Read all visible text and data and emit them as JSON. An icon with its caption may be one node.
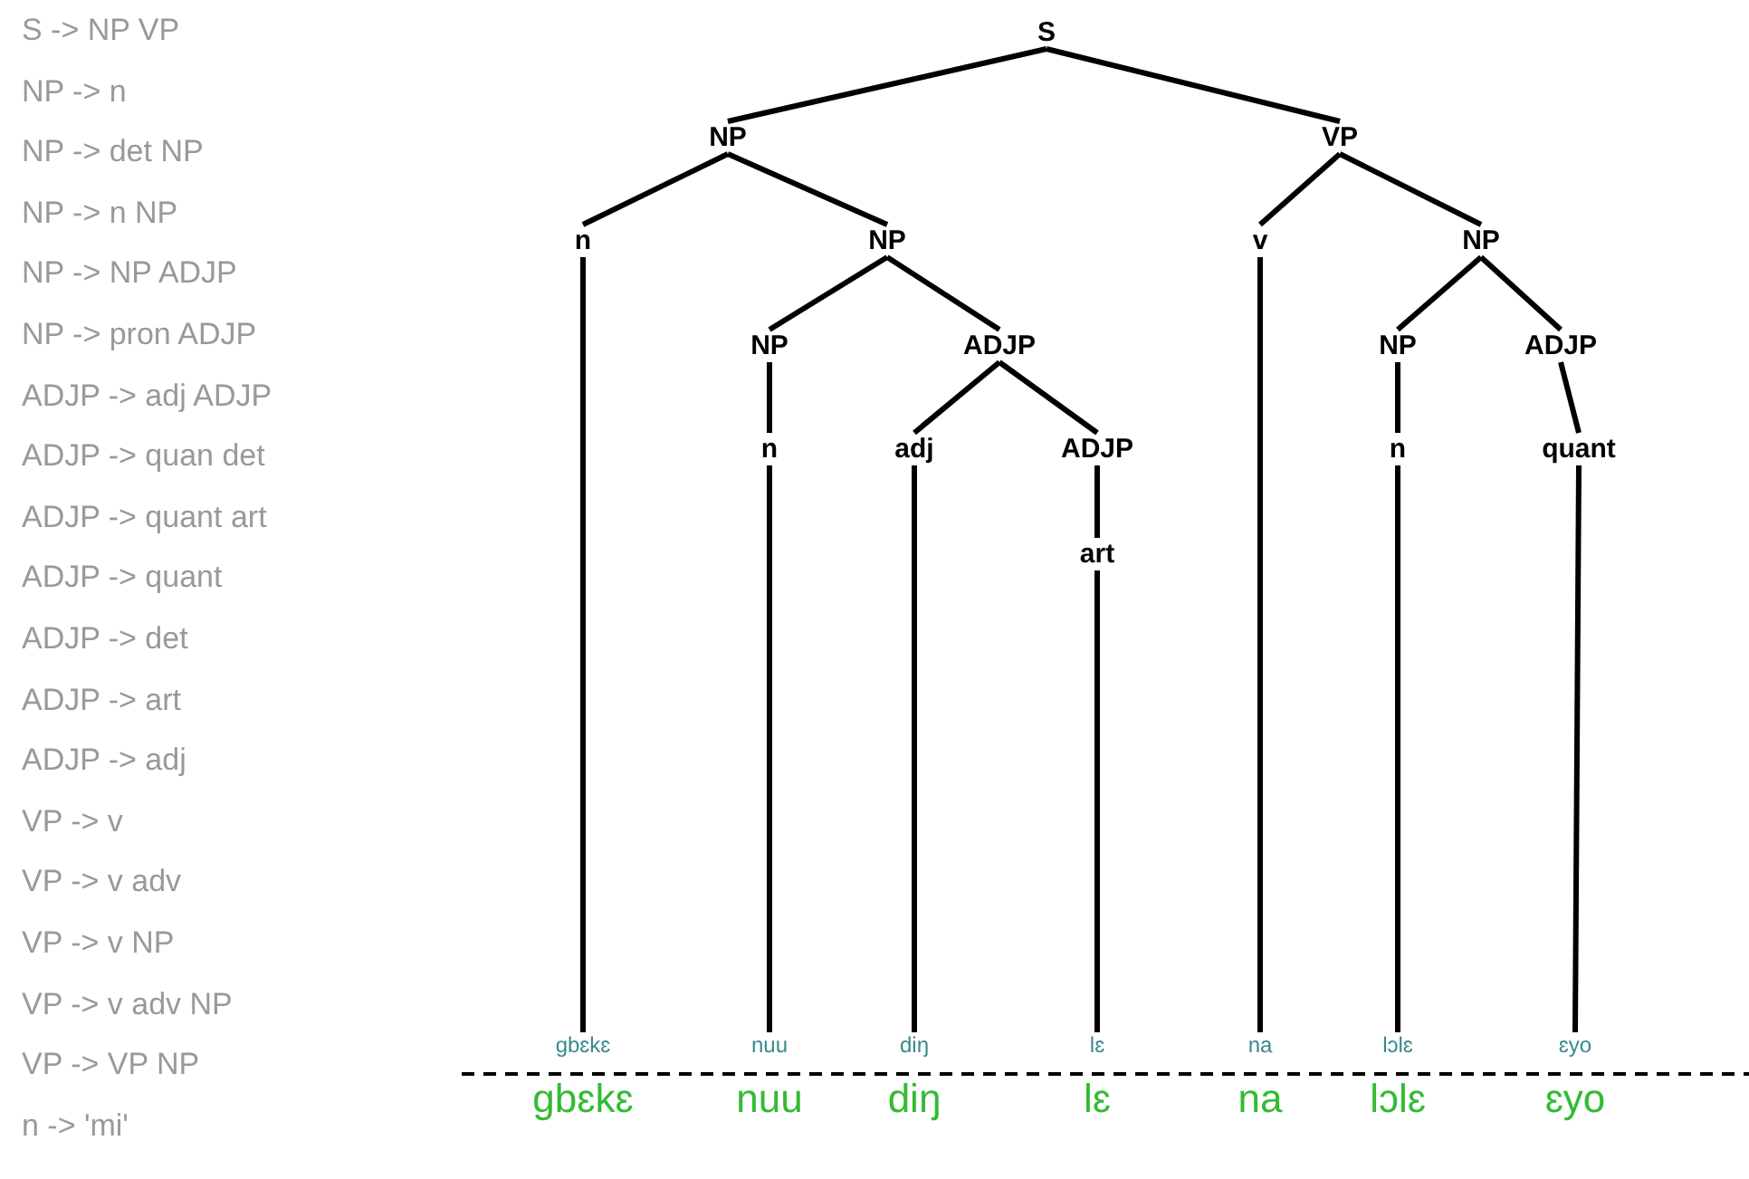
{
  "diagram": {
    "nodes": [
      {
        "text": [
          "S"
        ]
      },
      {
        "text": [
          "NP"
        ]
      },
      {
        "text": [
          "VP"
        ]
      },
      {
        "text": [
          "n"
        ]
      },
      {
        "text": [
          "NP"
        ]
      },
      {
        "text": [
          "v"
        ]
      },
      {
        "text": [
          "NP"
        ]
      },
      {
        "text": [
          "NP"
        ]
      },
      {
        "text": [
          "ADJP"
        ]
      },
      {
        "text": [
          "NP"
        ]
      },
      {
        "text": [
          "ADJP"
        ]
      },
      {
        "text": [
          "n"
        ]
      },
      {
        "text": [
          "adj"
        ]
      },
      {
        "text": [
          "ADJP"
        ]
      },
      {
        "text": [
          "n"
        ]
      },
      {
        "text": [
          "quant"
        ]
      },
      {
        "text": [
          "art"
        ]
      },
      {
        "text": [
          "gbɛkɛ"
        ]
      },
      {
        "text": [
          "nuu"
        ]
      },
      {
        "text": [
          "diŋ"
        ]
      },
      {
        "text": [
          "lɛ"
        ]
      },
      {
        "text": [
          "na"
        ]
      },
      {
        "text": [
          "lɔlɛ"
        ]
      },
      {
        "text": [
          "ɛyo"
        ]
      }
    ],
    "edges": [
      {
        "from": 0,
        "to": 1,
        "arrow": "none"
      },
      {
        "from": 0,
        "to": 2,
        "arrow": "none"
      },
      {
        "from": 1,
        "to": 3,
        "arrow": "none"
      },
      {
        "from": 1,
        "to": 4,
        "arrow": "none"
      },
      {
        "from": 2,
        "to": 5,
        "arrow": "none"
      },
      {
        "from": 2,
        "to": 6,
        "arrow": "none"
      },
      {
        "from": 4,
        "to": 7,
        "arrow": "none"
      },
      {
        "from": 4,
        "to": 8,
        "arrow": "none"
      },
      {
        "from": 6,
        "to": 9,
        "arrow": "none"
      },
      {
        "from": 6,
        "to": 10,
        "arrow": "none"
      },
      {
        "from": 7,
        "to": 11,
        "arrow": "none"
      },
      {
        "from": 8,
        "to": 12,
        "arrow": "none"
      },
      {
        "from": 8,
        "to": 13,
        "arrow": "none"
      },
      {
        "from": 9,
        "to": 14,
        "arrow": "none"
      },
      {
        "from": 10,
        "to": 15,
        "arrow": "none"
      },
      {
        "from": 13,
        "to": 16,
        "arrow": "none"
      },
      {
        "from": 3,
        "to": 17,
        "arrow": "none"
      },
      {
        "from": 11,
        "to": 18,
        "arrow": "none"
      },
      {
        "from": 12,
        "to": 19,
        "arrow": "none"
      },
      {
        "from": 16,
        "to": 20,
        "arrow": "none"
      },
      {
        "from": 5,
        "to": 21,
        "arrow": "none"
      },
      {
        "from": 14,
        "to": 22,
        "arrow": "none"
      },
      {
        "from": 15,
        "to": 23,
        "arrow": "none"
      }
    ],
    "labels": [
      "S -> NP VP",
      "NP -> n",
      "NP -> det NP",
      "NP -> n NP",
      "NP -> NP ADJP",
      "NP -> pron ADJP",
      "ADJP -> adj ADJP",
      "ADJP -> quan det",
      "ADJP -> quant art",
      "ADJP -> quant",
      "ADJP -> det",
      "ADJP -> art",
      "ADJP -> adj",
      "VP -> v",
      "VP -> v adv",
      "VP -> v NP",
      "VP -> v adv NP",
      "VP -> VP NP",
      "n -> 'mi'",
      "gbɛkɛ",
      "nuu",
      "diŋ",
      "lɛ",
      "na",
      "lɔlɛ",
      "ɛyo"
    ]
  }
}
